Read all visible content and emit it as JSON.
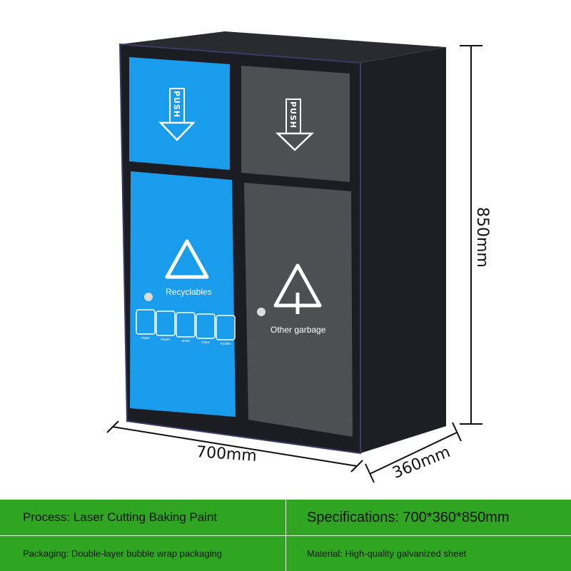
{
  "product": {
    "push_label": "PUSH",
    "bins": [
      {
        "label": "Recyclables",
        "color": "#1a9cec"
      },
      {
        "label": "Other garbage",
        "color": "#4e4f53"
      }
    ],
    "recycle_categories": [
      "Paper",
      "Plastic",
      "Metal",
      "Glass",
      "Textiles"
    ],
    "frame_color": "#1c1d22"
  },
  "dimensions": {
    "height": "850mm",
    "width": "700mm",
    "depth": "360mm"
  },
  "info": {
    "bar_color": "#2fa521",
    "process": "Process: Laser Cutting Baking Paint",
    "specifications": "Specifications: 700*360*850mm",
    "packaging": "Packaging: Double-layer bubble wrap packaging",
    "material": "Material: High-quality galvanized sheet"
  }
}
